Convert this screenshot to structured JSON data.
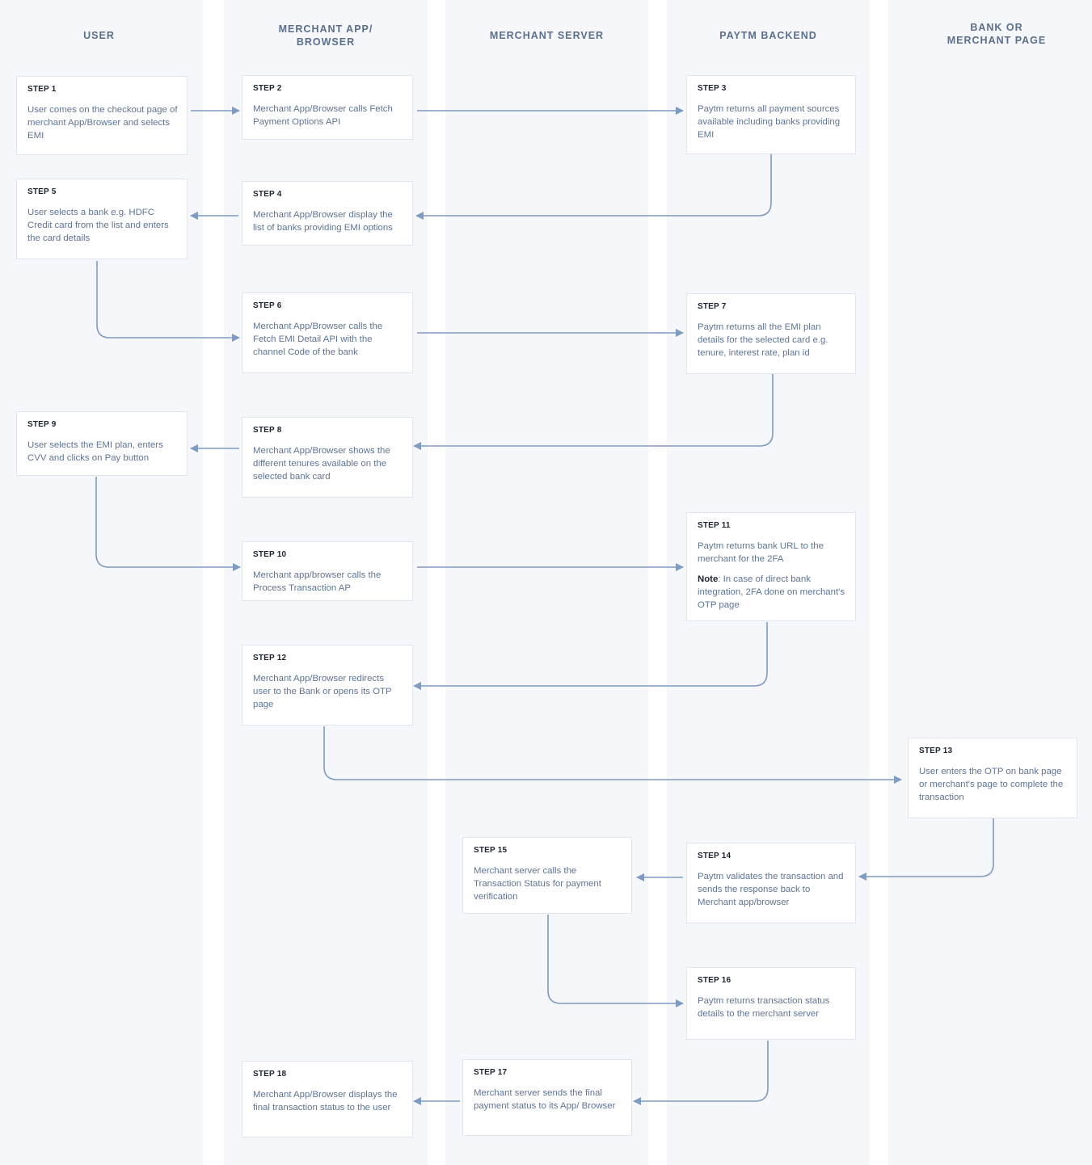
{
  "lanes": {
    "user": "USER",
    "merchant_app_1": "MERCHANT APP/",
    "merchant_app_2": "BROWSER",
    "merchant_server": "MERCHANT SERVER",
    "paytm_backend": "PAYTM BACKEND",
    "bank_1": "BANK OR",
    "bank_2": "MERCHANT PAGE"
  },
  "steps": {
    "s1": {
      "label": "STEP 1",
      "text": "User comes on the checkout page of merchant App/Browser and selects EMI"
    },
    "s2": {
      "label": "STEP 2",
      "text": "Merchant App/Browser calls Fetch Payment Options API"
    },
    "s3": {
      "label": "STEP 3",
      "text": "Paytm returns all payment sources available including banks providing EMI"
    },
    "s4": {
      "label": "STEP 4",
      "text": "Merchant App/Browser display the list of banks providing EMI options"
    },
    "s5": {
      "label": "STEP 5",
      "text": "User selects a bank e.g. HDFC Credit card from the list and enters the card details"
    },
    "s6": {
      "label": "STEP 6",
      "text": "Merchant App/Browser calls the Fetch EMI Detail API with the channel Code of the bank"
    },
    "s7": {
      "label": "STEP 7",
      "text": "Paytm returns all the EMI plan details for the selected card e.g. tenure, interest rate, plan id"
    },
    "s8": {
      "label": "STEP 8",
      "text": "Merchant App/Browser shows the different tenures available on the selected bank card"
    },
    "s9": {
      "label": "STEP 9",
      "text": "User selects the EMI plan, enters CVV and clicks on Pay button"
    },
    "s10": {
      "label": "STEP 10",
      "text": "Merchant app/browser calls the Process Transaction AP"
    },
    "s11": {
      "label": "STEP 11",
      "text": "Paytm returns bank URL to the merchant for the 2FA",
      "note_label": "Note",
      "note_text": ": In case of direct bank integration, 2FA done on merchant's OTP page"
    },
    "s12": {
      "label": "STEP 12",
      "text": "Merchant App/Browser redirects user to the Bank or opens its OTP page"
    },
    "s13": {
      "label": "STEP 13",
      "text": "User enters the OTP on bank page or merchant's page to complete the transaction"
    },
    "s14": {
      "label": "STEP 14",
      "text": "Paytm validates the transaction and sends the response back to Merchant app/browser"
    },
    "s15": {
      "label": "STEP 15",
      "text": "Merchant server calls the Transaction Status for payment verification"
    },
    "s16": {
      "label": "STEP 16",
      "text": "Paytm returns transaction status details to the merchant server"
    },
    "s17": {
      "label": "STEP 17",
      "text": "Merchant server sends the final payment status to its App/ Browser"
    },
    "s18": {
      "label": "STEP 18",
      "text": "Merchant App/Browser displays the final transaction status to the user"
    }
  },
  "colors": {
    "lane_bg": "#f5f7fb",
    "arrow": "#7f9bc0",
    "header_text": "#5b6f8c",
    "body_text": "#5f7494",
    "label_text": "#1c2330"
  }
}
